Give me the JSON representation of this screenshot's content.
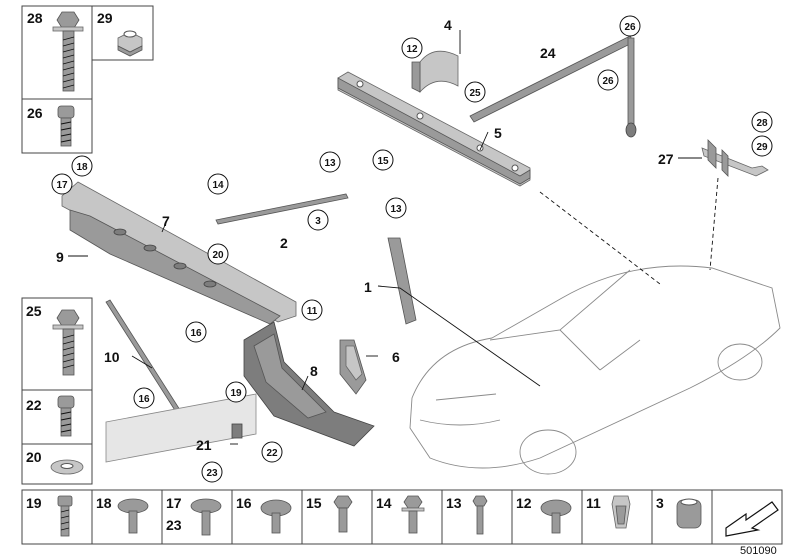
{
  "left_boxes": [
    {
      "id": "box-28",
      "label": "28"
    },
    {
      "id": "box-29",
      "label": "29"
    },
    {
      "id": "box-26",
      "label": "26"
    },
    {
      "id": "box-25",
      "label": "25"
    },
    {
      "id": "box-22",
      "label": "22"
    },
    {
      "id": "box-20",
      "label": "20"
    }
  ],
  "bottom_boxes": [
    {
      "label": "19"
    },
    {
      "label": "18"
    },
    {
      "label": "17",
      "label2": "23"
    },
    {
      "label": "16"
    },
    {
      "label": "15"
    },
    {
      "label": "14"
    },
    {
      "label": "13"
    },
    {
      "label": "12"
    },
    {
      "label": "11"
    },
    {
      "label": "3"
    }
  ],
  "callouts": {
    "p1": "1",
    "p2": "2",
    "p3": "3",
    "p4": "4",
    "p5": "5",
    "p6": "6",
    "p7": "7",
    "p8": "8",
    "p9": "9",
    "p10": "10",
    "p11": "11",
    "p12": "12",
    "p13a": "13",
    "p13b": "13",
    "p14": "14",
    "p15": "15",
    "p16a": "16",
    "p16b": "16",
    "p17": "17",
    "p18": "18",
    "p19": "19",
    "p20": "20",
    "p21": "21",
    "p22": "22",
    "p23": "23",
    "p24": "24",
    "p25": "25",
    "p26a": "26",
    "p26b": "26",
    "p27": "27",
    "p28": "28",
    "p29": "29"
  },
  "diagram_number": "501090",
  "icons": {
    "arrow": "arrow-icon"
  }
}
